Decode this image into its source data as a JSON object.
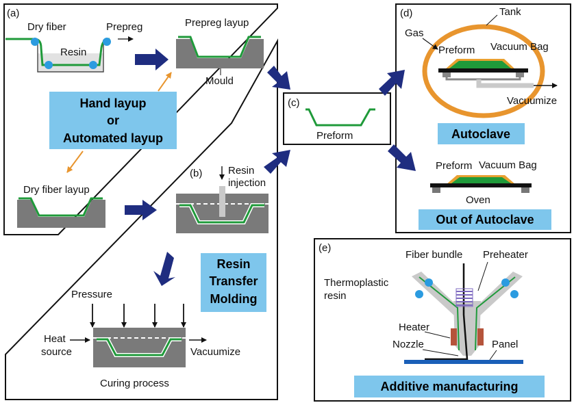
{
  "colors": {
    "fiber": "#1f9a3a",
    "resin_dot": "#2b9be0",
    "mould": "#7a7a7a",
    "arrow": "#1f2d80",
    "callout": "#7ec6ec",
    "tank": "#e8952e",
    "thread": "#e8a030",
    "bag": "#111111",
    "panel": "#1a5fb8",
    "heater": "#b5543b",
    "coil": "#7e6ac0"
  },
  "panel_a": {
    "tag": "(a)",
    "dry_fiber": "Dry fiber",
    "prepreg": "Prepreg",
    "resin": "Resin",
    "prepreg_layup": "Prepreg layup",
    "mould": "Mould",
    "callout": [
      "Hand layup",
      "or",
      "Automated layup"
    ],
    "dry_fiber_layup": "Dry fiber layup"
  },
  "panel_b": {
    "tag": "(b)",
    "resin_injection": [
      "Resin",
      "injection"
    ],
    "callout": [
      "Resin",
      "Transfer",
      "Molding"
    ],
    "pressure": "Pressure",
    "heat_source": [
      "Heat",
      "source"
    ],
    "vacuumize": "Vacuumize",
    "curing_process": "Curing process"
  },
  "panel_c": {
    "tag": "(c)",
    "preform": "Preform"
  },
  "panel_d": {
    "tag": "(d)",
    "tank": "Tank",
    "gas": "Gas",
    "preform": "Preform",
    "vacuum_bag": "Vacuum Bag",
    "vacuumize": "Vacuumize",
    "autoclave": "Autoclave",
    "preform2": "Preform",
    "vacuum_bag2": "Vacuum Bag",
    "oven": "Oven",
    "out_of_autoclave": "Out of Autoclave"
  },
  "panel_e": {
    "tag": "(e)",
    "fiber_bundle": "Fiber bundle",
    "preheater": "Preheater",
    "thermoplastic_resin": [
      "Thermoplastic",
      "resin"
    ],
    "heater": "Heater",
    "nozzle": "Nozzle",
    "panel": "Panel",
    "callout": "Additive manufacturing"
  }
}
